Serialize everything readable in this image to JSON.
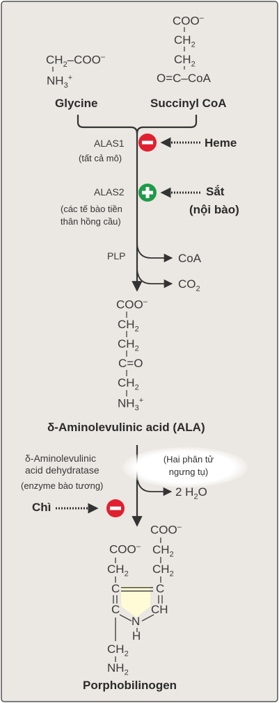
{
  "colors": {
    "background": "#ebe7e2",
    "border": "#555555",
    "inhibit": "#e02030",
    "activate": "#1f9a4a",
    "ring_fill": "#fffbd6"
  },
  "glycine": {
    "line1": "CH",
    "line1_sub": "2",
    "line1_rest": "–COO",
    "line1_sup": "–",
    "line2": "NH",
    "line2_sub": "3",
    "line2_sup": "+",
    "label": "Glycine"
  },
  "succinyl": {
    "coo": "COO",
    "coo_sup": "–",
    "ch2a": "CH",
    "ch2a_sub": "2",
    "ch2b": "CH",
    "ch2b_sub": "2",
    "coa_line": "O=C–CoA",
    "label": "Succinyl CoA"
  },
  "alas1": {
    "name": "ALAS1",
    "note": "(tất cả mô)"
  },
  "heme": {
    "label": "Heme"
  },
  "alas2": {
    "name": "ALAS2",
    "note_line1": "(các tế bào tiền",
    "note_line2": "thân hồng cầu)"
  },
  "iron": {
    "line1": "Sắt",
    "line2": "(nội bào)"
  },
  "plp": "PLP",
  "products": {
    "coa": "CoA",
    "co2": "CO",
    "co2_sub": "2"
  },
  "ala": {
    "coo": "COO",
    "coo_sup": "–",
    "ch2": "CH",
    "ch2_sub": "2",
    "co": "C=O",
    "nh3": "NH",
    "nh3_sub": "3",
    "nh3_sup": "+",
    "name": "δ-Aminolevulinic acid (ALA)"
  },
  "dehydratase": {
    "line1": "δ-Aminolevulinic",
    "line2": "acid dehydratase",
    "note": "(enzyme bào tương)"
  },
  "condense": {
    "line1": "(Hai phân tử",
    "line2": "ngưng tụ)"
  },
  "water": {
    "text": "2 H",
    "sub": "2",
    "rest": "O"
  },
  "lead": {
    "label": "Chì"
  },
  "pbg": {
    "coo_left": "COO",
    "coo_left_sup": "–",
    "coo_right": "COO",
    "coo_right_sup": "–",
    "ch2": "CH",
    "ch2_sub": "2",
    "c": "C",
    "ch": "CH",
    "n": "N",
    "h": "H",
    "nh2": "NH",
    "nh2_sub": "2",
    "name": "Porphobilinogen"
  },
  "icons": {
    "inhibit": "minus-circle-icon",
    "activate": "plus-circle-icon"
  }
}
